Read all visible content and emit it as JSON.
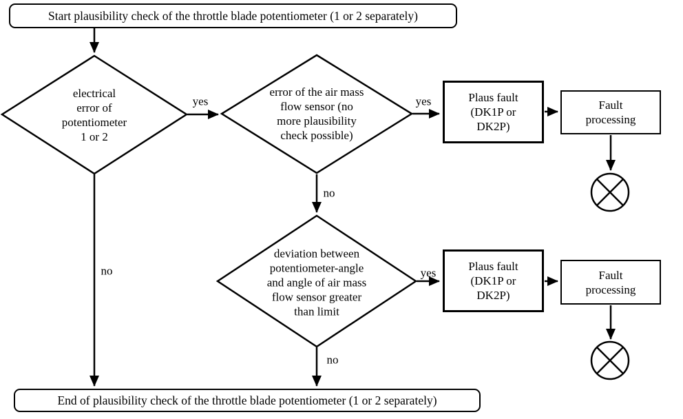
{
  "flowchart": {
    "nodes": {
      "start": "Start plausibility check of the throttle blade potentiometer (1 or 2 separately)",
      "decision_electrical_error": "electrical\nerror of\npotentiometer\n1 or 2",
      "decision_air_mass_error": "error of the air mass\nflow sensor (no\nmore plausibility\ncheck possible)",
      "decision_deviation": "deviation between\npotentiometer-angle\nand angle of air mass\nflow sensor greater\nthan limit",
      "plaus_fault_1": "Plaus fault\n(DK1P or\nDK2P)",
      "fault_processing_1": "Fault\nprocessing",
      "plaus_fault_2": "Plaus fault\n(DK1P or\nDK2P)",
      "fault_processing_2": "Fault\nprocessing",
      "end": "End of plausibility check of the throttle blade potentiometer (1 or 2 separately)"
    },
    "edge_labels": {
      "yes1": "yes",
      "yes2": "yes",
      "yes3": "yes",
      "no1": "no",
      "no2": "no",
      "no3": "no"
    },
    "colors": {
      "line": "#000000",
      "background": "#ffffff",
      "text": "#000000"
    }
  }
}
